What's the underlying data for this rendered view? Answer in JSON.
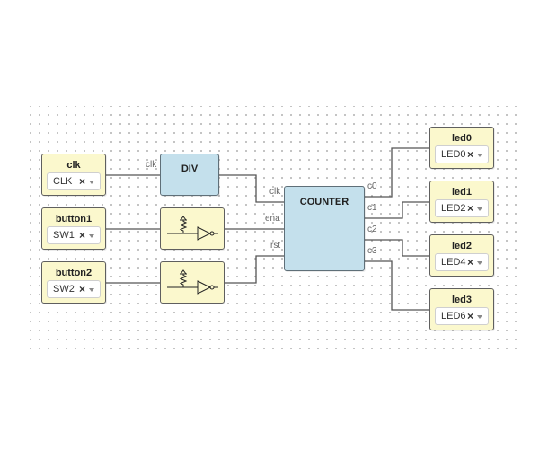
{
  "inputs": [
    {
      "title": "clk",
      "value": "CLK"
    },
    {
      "title": "button1",
      "value": "SW1"
    },
    {
      "title": "button2",
      "value": "SW2"
    }
  ],
  "div": {
    "title": "DIV",
    "port_in": "clk"
  },
  "counter": {
    "title": "COUNTER",
    "inputs": [
      "clk",
      "ena",
      "rst"
    ],
    "outputs": [
      "c0",
      "c1",
      "c2",
      "c3"
    ]
  },
  "outputs": [
    {
      "title": "led0",
      "value": "LED0"
    },
    {
      "title": "led1",
      "value": "LED2"
    },
    {
      "title": "led2",
      "value": "LED4"
    },
    {
      "title": "led3",
      "value": "LED6"
    }
  ],
  "select": {
    "clear_glyph": "×"
  },
  "icons": {
    "clear": "clear-icon",
    "dropdown": "chevron-down-icon",
    "debouncer": "pullup-inverter-icon"
  },
  "colors": {
    "io_block": "#fbf8cd",
    "logic_block": "#c4e0ec",
    "wire": "#555555"
  }
}
